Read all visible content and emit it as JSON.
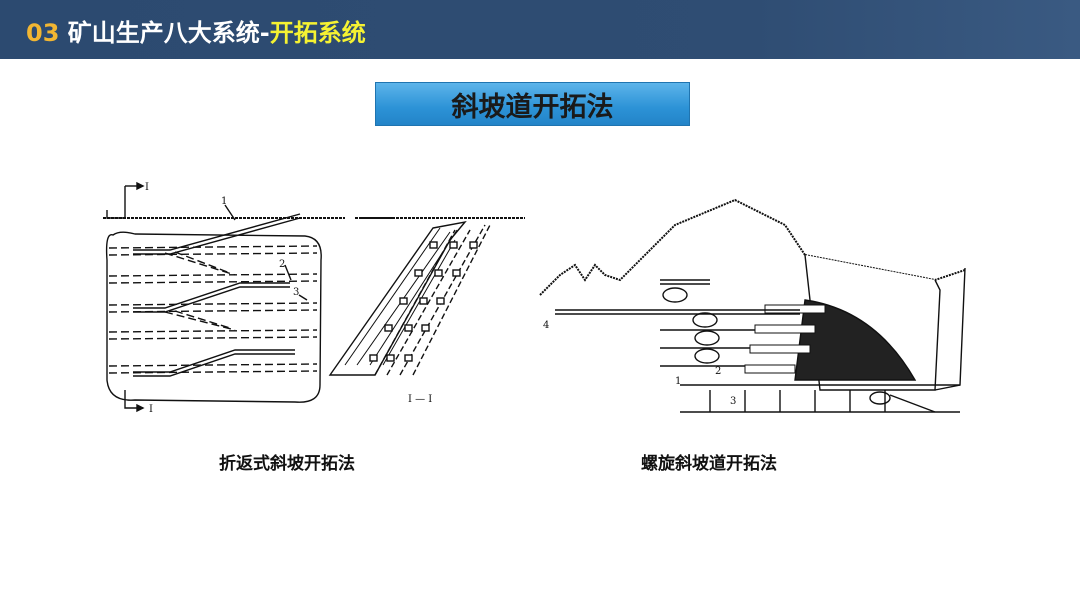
{
  "header": {
    "number": "03",
    "title_main": " 矿山生产八大系统-",
    "title_highlight": "开拓系统"
  },
  "section_title": "斜坡道开拓法",
  "figures": [
    {
      "caption": "折返式斜坡开拓法",
      "labels": {
        "section_top": "I",
        "section_bottom": "I",
        "l1": "1",
        "l2": "2",
        "l3": "3",
        "section_view": "I — I"
      }
    },
    {
      "caption": "螺旋斜坡道开拓法",
      "labels": {
        "l1": "1",
        "l2": "2",
        "l3": "3",
        "l4": "4"
      }
    }
  ],
  "colors": {
    "header_bg": "#2e4b71",
    "number": "#f2b632",
    "highlight": "#f5f232",
    "title_box": "#2c92d6"
  }
}
